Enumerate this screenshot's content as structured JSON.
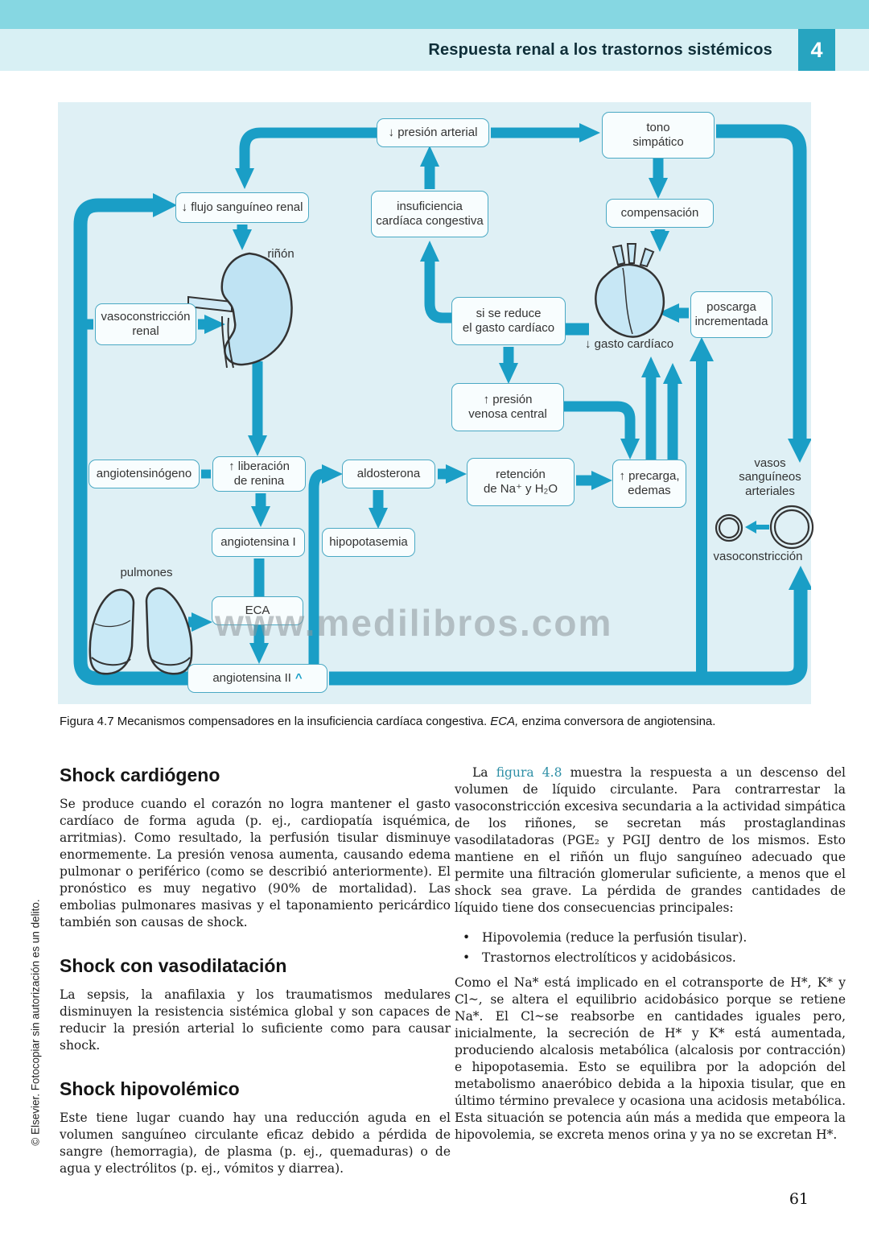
{
  "header": {
    "title": "Respuesta renal a los trastornos sistémicos",
    "chapter": "4"
  },
  "figure": {
    "caption_prefix": "Figura 4.7 Mecanismos compensadores en la insuficiencia cardíaca congestiva. ",
    "caption_italic": "ECA,",
    "caption_suffix": " enzima conversora de angiotensina.",
    "watermark": "www.medilibros.com",
    "arrow_color": "#1a9ec6",
    "background_color": "#dff0f5",
    "nodes": {
      "presion_arterial": "↓ presión arterial",
      "tono_simpatico": "tono\nsimpático",
      "flujo_renal": "↓ flujo sanguíneo renal",
      "insuficiencia": "insuficiencia\ncardíaca congestiva",
      "compensacion": "compensación",
      "vasoconstriccion_renal": "vasoconstricción\nrenal",
      "rinon": "riñón",
      "si_se_reduce": "si se reduce\nel gasto cardíaco",
      "gasto_cardiaco": "↓ gasto cardíaco",
      "poscarga": "poscarga\nincrementada",
      "presion_venosa": "↑ presión\nvenosa central",
      "angiotensinogeno": "angiotensinógeno",
      "liberacion_renina": "↑ liberación\nde renina",
      "aldosterona": "aldosterona",
      "retencion": "retención\nde Na⁺ y H₂O",
      "precarga": "↑ precarga,\nedemas",
      "vasos_arteriales": "vasos\nsanguíneos\narteriales",
      "vasoconstriccion": "vasoconstricción",
      "angiotensina_i": "angiotensina I",
      "hipopotasemia": "hipopotasemia",
      "pulmones": "pulmones",
      "eca": "ECA",
      "angiotensina_ii": "angiotensina II",
      "angiotensina_ii_mark": "^"
    }
  },
  "sections": {
    "left": {
      "h1": "Shock cardiógeno",
      "p1": "Se produce cuando el corazón no logra mantener el gasto cardíaco de forma aguda (p. ej., cardiopatía isquémica, arritmias). Como resultado, la perfusión tisular disminuye enormemente. La presión venosa aumenta, causando edema pulmonar o periférico (como se describió anteriormente). El pronóstico es muy negativo (90% de mortalidad). Las embolias pulmonares masivas y el taponamiento pericárdico también son causas de shock.",
      "h2": "Shock con vasodilatación",
      "p2": "La sepsis, la anafilaxia y los traumatismos medulares disminuyen la resistencia sistémica global y son capaces de reducir la presión arterial lo suficiente como para causar shock.",
      "h3": "Shock hipovolémico",
      "p3": "Este tiene lugar cuando hay una reducción aguda en el volumen sanguíneo circulante eficaz debido a pérdida de sangre (hemorragia), de plasma (p. ej., quemaduras) o de agua y electrólitos (p. ej., vómitos y diarrea)."
    },
    "right": {
      "p4_pre": "La ",
      "p4_link": "figura 4.8",
      "p4_post": " muestra la respuesta a un descenso del volumen de líquido circulante. Para contrarrestar la vasoconstricción excesiva secundaria a la actividad simpática de los riñones, se secretan más prostaglandinas vasodilatadoras (PGE₂ y PGIJ dentro de los mismos. Esto mantiene en el riñón un flujo sanguíneo adecuado que permite una filtración glomerular suficiente, a menos que el shock sea grave. La pérdida de grandes cantidades de líquido tiene dos consecuencias principales:",
      "bullets": [
        "Hipovolemia (reduce la perfusión tisular).",
        "Trastornos electrolíticos y acidobásicos."
      ],
      "p5": "Como el Na* está implicado en el cotransporte de H*, K* y Cl~, se altera el equilibrio acidobásico porque se retiene Na*. El Cl~se reabsorbe en cantidades iguales pero, inicialmente, la secreción de H* y K* está aumentada, produciendo alcalosis metabólica (alcalosis por contracción) e hipopotasemia. Esto se equilibra por la adopción del metabolismo anaeróbico debida a la hipoxia tisular, que en último término prevalece y ocasiona una acidosis metabólica. Esta situación se potencia aún más a medida que empeora la hipovolemia, se excreta menos orina y ya no se excretan H*."
    }
  },
  "sidebar": {
    "copyright": "© Elsevier. Fotocopiar sin autorización es un delito."
  },
  "footer": {
    "page_number": "61"
  }
}
